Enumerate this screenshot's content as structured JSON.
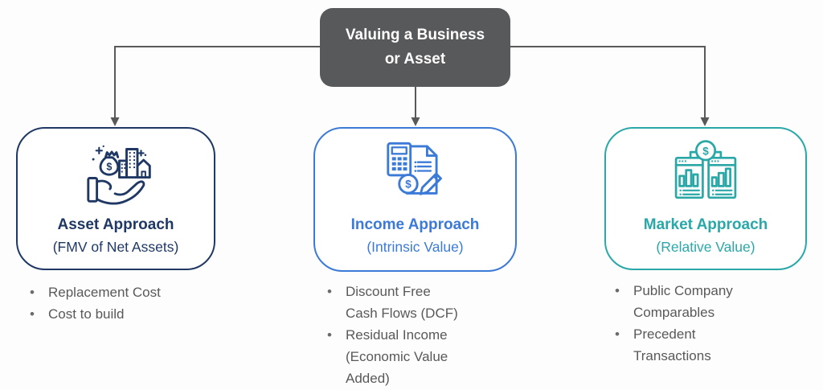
{
  "diagram": {
    "root": {
      "title_lines": [
        "Valuing a Business",
        "or Asset"
      ]
    },
    "branches": [
      {
        "id": "asset-approach",
        "title": "Asset Approach",
        "subtitle": "(FMV of Net Assets)",
        "icon": "hand-holding-assets-icon",
        "accent_color": "#1F3864",
        "bullets": [
          "Replacement Cost",
          "Cost to build"
        ]
      },
      {
        "id": "income-approach",
        "title": "Income Approach",
        "subtitle": "(Intrinsic Value)",
        "icon": "calculator-document-pencil-icon",
        "accent_color": "#3B7AD7",
        "bullets": [
          "Discount Free Cash Flows (DCF)",
          "Residual Income (Economic Value Added)"
        ]
      },
      {
        "id": "market-approach",
        "title": "Market Approach",
        "subtitle": "(Relative Value)",
        "icon": "comparable-charts-icon",
        "accent_color": "#2AA8A8",
        "bullets": [
          "Public Company Comparables",
          "Precedent Transactions"
        ]
      }
    ],
    "colors": {
      "root_background": "#58595B",
      "root_text": "#FFFFFF",
      "connector": "#595959",
      "bullet_text": "#595959",
      "canvas_background": "#FDFDFD"
    }
  }
}
